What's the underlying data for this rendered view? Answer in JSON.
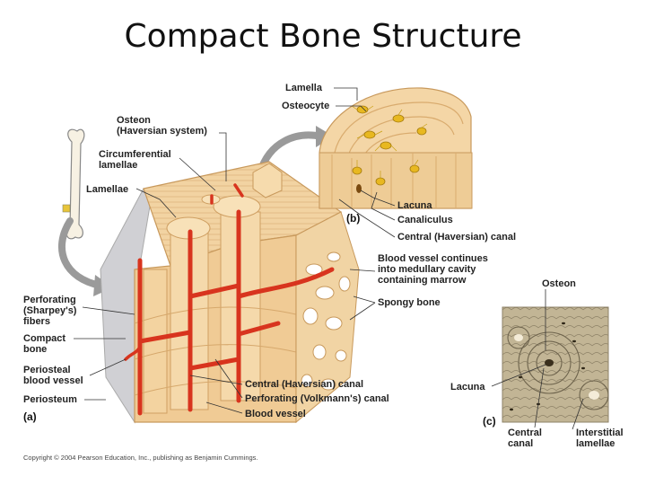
{
  "title": "Compact Bone Structure",
  "labels": {
    "lamella": "Lamella",
    "osteocyte": "Osteocyte",
    "osteon_system": "Osteon\n(Haversian system)",
    "circumferential_lamellae": "Circumferential\nlamellae",
    "lamellae": "Lamellae",
    "lacuna": "Lacuna",
    "canaliculus": "Canaliculus",
    "central_canal": "Central (Haversian) canal",
    "blood_vessel_continues": "Blood vessel continues\ninto medullary cavity\ncontaining marrow",
    "spongy_bone": "Spongy bone",
    "perforating_fibers": "Perforating\n(Sharpey's)\nfibers",
    "compact_bone": "Compact\nbone",
    "periosteal_blood_vessel": "Periosteal\nblood vessel",
    "periosteum": "Periosteum",
    "central_canal_a": "Central (Haversian) canal",
    "perforating_canal": "Perforating (Volkmann's) canal",
    "blood_vessel": "Blood vessel",
    "osteon_micro": "Osteon",
    "lacuna_micro": "Lacuna",
    "central_canal_micro": "Central\ncanal",
    "interstitial_lamellae": "Interstitial\nlamellae"
  },
  "panels": {
    "a": "(a)",
    "b": "(b)",
    "c": "(c)"
  },
  "credit": "Copyright © 2004 Pearson Education, Inc., publishing as Benjamin Cummings.",
  "colors": {
    "bone": "#f2d3a2",
    "bone_dark": "#d9ab6e",
    "vessel": "#d8341e",
    "cell": "#e8b820",
    "micro": "#b6a98a",
    "arrow": "#9a9a9a"
  }
}
